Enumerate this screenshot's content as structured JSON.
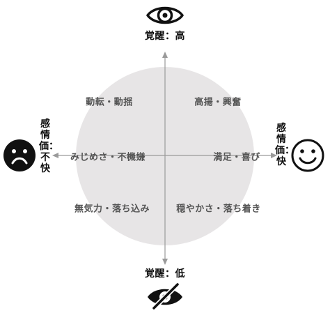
{
  "axes": {
    "top": "覚醒：高",
    "bottom": "覚醒：低",
    "left": "感情価：不快",
    "right": "感情価：快"
  },
  "quadrants": {
    "upper_left": "動転・動揺",
    "upper_right": "高揚・興奮",
    "middle_left": "みじめさ・不機嫌",
    "middle_right": "満足・喜び",
    "lower_left": "無気力・落ち込み",
    "lower_right": "穏やかさ・落ち着き"
  },
  "icons": {
    "top": "eye-icon",
    "bottom": "eye-slash-icon",
    "left": "sad-face-icon",
    "right": "smile-face-icon"
  },
  "colors": {
    "disk": "#e7e5e6",
    "axis": "#9a9a9a",
    "quadrant_text": "#555555",
    "label_text": "#111111"
  }
}
